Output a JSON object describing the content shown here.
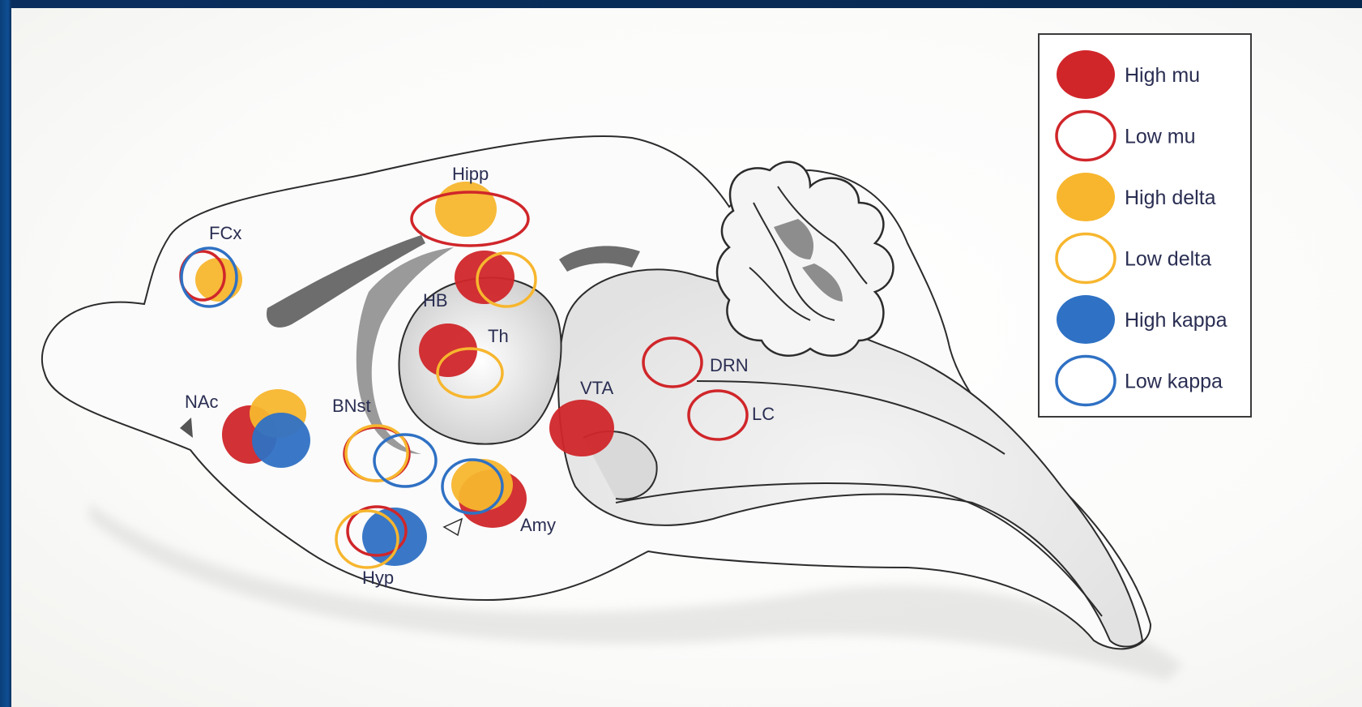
{
  "receptor_colors": {
    "mu": "#d0262a",
    "delta": "#f7b62e",
    "kappa": "#2f71c4"
  },
  "legend": {
    "items": [
      {
        "id": "high-mu",
        "label": "High mu",
        "receptor": "mu",
        "level": "high"
      },
      {
        "id": "low-mu",
        "label": "Low mu",
        "receptor": "mu",
        "level": "low"
      },
      {
        "id": "high-delta",
        "label": "High delta",
        "receptor": "delta",
        "level": "high"
      },
      {
        "id": "low-delta",
        "label": "Low delta",
        "receptor": "delta",
        "level": "low"
      },
      {
        "id": "high-kappa",
        "label": "High kappa",
        "receptor": "kappa",
        "level": "high"
      },
      {
        "id": "low-kappa",
        "label": "Low kappa",
        "receptor": "kappa",
        "level": "low"
      }
    ]
  },
  "regions": {
    "fcx": {
      "label": "FCx",
      "receptors": [
        {
          "receptor": "delta",
          "level": "high"
        },
        {
          "receptor": "mu",
          "level": "low"
        },
        {
          "receptor": "kappa",
          "level": "low"
        }
      ]
    },
    "hipp": {
      "label": "Hipp",
      "receptors": [
        {
          "receptor": "delta",
          "level": "high"
        },
        {
          "receptor": "mu",
          "level": "low"
        }
      ]
    },
    "hb": {
      "label": "HB",
      "receptors": [
        {
          "receptor": "mu",
          "level": "high"
        },
        {
          "receptor": "delta",
          "level": "low"
        }
      ]
    },
    "th": {
      "label": "Th",
      "receptors": [
        {
          "receptor": "mu",
          "level": "high"
        },
        {
          "receptor": "delta",
          "level": "low"
        }
      ]
    },
    "nac": {
      "label": "NAc",
      "receptors": [
        {
          "receptor": "mu",
          "level": "high"
        },
        {
          "receptor": "delta",
          "level": "high"
        },
        {
          "receptor": "kappa",
          "level": "high"
        }
      ]
    },
    "bnst": {
      "label": "BNst",
      "receptors": [
        {
          "receptor": "mu",
          "level": "low"
        },
        {
          "receptor": "delta",
          "level": "low"
        },
        {
          "receptor": "kappa",
          "level": "low"
        }
      ]
    },
    "vta": {
      "label": "VTA",
      "receptors": [
        {
          "receptor": "mu",
          "level": "high"
        }
      ]
    },
    "drn": {
      "label": "DRN",
      "receptors": [
        {
          "receptor": "mu",
          "level": "low"
        }
      ]
    },
    "lc": {
      "label": "LC",
      "receptors": [
        {
          "receptor": "mu",
          "level": "low"
        }
      ]
    },
    "amy": {
      "label": "Amy",
      "receptors": [
        {
          "receptor": "mu",
          "level": "high"
        },
        {
          "receptor": "delta",
          "level": "high"
        },
        {
          "receptor": "kappa",
          "level": "low"
        }
      ]
    },
    "hyp": {
      "label": "Hyp",
      "receptors": [
        {
          "receptor": "kappa",
          "level": "high"
        },
        {
          "receptor": "mu",
          "level": "low"
        },
        {
          "receptor": "delta",
          "level": "low"
        }
      ]
    }
  }
}
